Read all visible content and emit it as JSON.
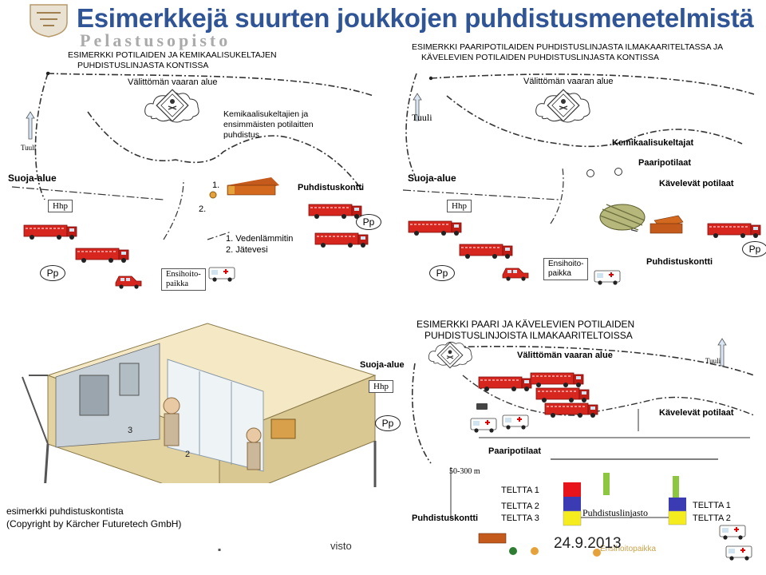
{
  "title": "Esimerkkejä suurten joukkojen puhdistusmenetelmistä",
  "logo_text": "Pelastusopisto",
  "panel1": {
    "header_line1": "ESIMERKKI POTILAIDEN JA KEMIKAALISUKELTAJEN",
    "header_line2": "PUHDISTUSLINJASTA KONTISSA",
    "danger_zone": "Välittömän vaaran alue",
    "cloud_note_line1": "Kemikaalisukeltajien ja",
    "cloud_note_line2": "ensimmäisten potilaitten",
    "cloud_note_line3": "puhdistus",
    "wind": "Tuuli",
    "safety_zone": "Suoja-alue",
    "hhp": "Hhp",
    "pp": "Pp",
    "first_aid_line1": "Ensihoito-",
    "first_aid_line2": "paikka",
    "container": "Puhdistuskontti",
    "num1": "1.",
    "num2": "2.",
    "legend1": "1.  Vedenlämmitin",
    "legend2": "2.  Jätevesi"
  },
  "panel2": {
    "header_line1": "ESIMERKKI PAARIPOTILAIDEN PUHDISTUSLINJASTA ILMAKAARITELTASSA JA",
    "header_line2": "KÄVELEVIEN POTILAIDEN PUHDISTUSLINJASTA KONTISSA",
    "danger_zone": "Välittömän vaaran alue",
    "wind": "Tuuli",
    "chem_divers": "Kemikaalisukeltajat",
    "stretcher": "Paaripotilaat",
    "walking": "Kävelevät potilaat",
    "safety_zone": "Suoja-alue",
    "hhp": "Hhp",
    "pp": "Pp",
    "first_aid_line1": "Ensihoito-",
    "first_aid_line2": "paikka",
    "container": "Puhdistuskontti"
  },
  "panel3": {
    "header_line1": "ESIMERKKI PAARI JA KÄVELEVIEN POTILAIDEN",
    "header_line2": "PUHDISTUSLINJOISTA ILMAKAARITELTOISSA",
    "safety_zone": "Suoja-alue",
    "danger_zone": "Välittömän vaaran alue",
    "wind": "Tuuli",
    "hhp": "Hhp",
    "pp": "Pp",
    "walking": "Kävelevät potilaat",
    "stretcher": "Paaripotilaat",
    "distance": "50-300 m",
    "tent1": "TELTTA 1",
    "tent2": "TELTTA 2",
    "tent3": "TELTTA 3",
    "line": "Puhdistuslinjasto",
    "tent1b": "TELTTA 1",
    "tent2b": "TELTTA 2",
    "container": "Puhdistuskontti",
    "first_aid": "Ensihoitopaikka"
  },
  "caption_line1": "esimerkki puhdistuskontista",
  "caption_line2": "(Copyright by Kärcher Futuretech GmbH)",
  "footer_fragment": "visto",
  "date": "24.9.2013",
  "colors": {
    "title": "#2f5597",
    "truck": "#d7261e",
    "tent_red": "#e8141b",
    "tent_blue": "#3b3bb3",
    "tent_yellow": "#f4ec1c",
    "tent_green": "#8dc63f"
  }
}
